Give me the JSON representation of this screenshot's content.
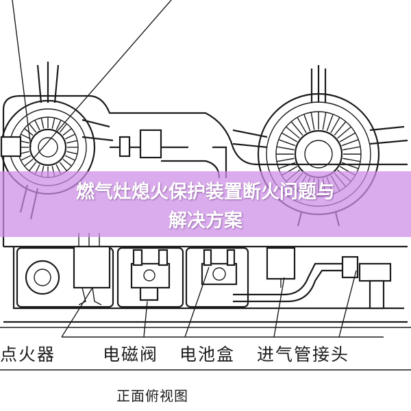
{
  "title_line1": "燃气灶熄火保护装置断火问题与",
  "title_line2": "解决方案",
  "labels": {
    "igniter": "点火器",
    "solenoid_valve": "电磁阀",
    "battery_box": "电池盒",
    "gas_inlet": "进气管接头"
  },
  "view_caption": "正面俯视图",
  "colors": {
    "banner": "#cd8ce6",
    "line": "#1a1a1a"
  }
}
